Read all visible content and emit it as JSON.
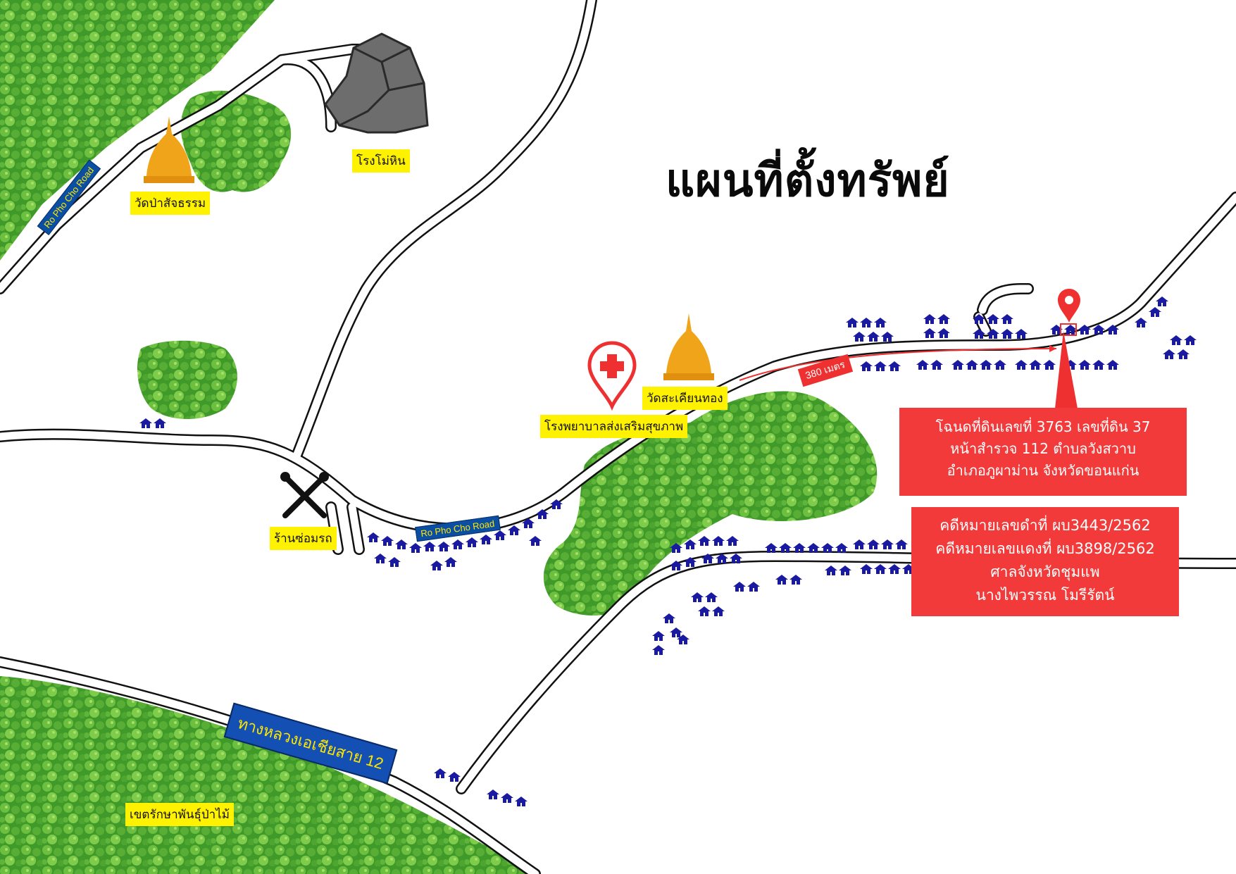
{
  "title": "แผนที่ตั้งทรัพย์",
  "labels": {
    "temple_top": "วัดป่าสัจธรรม",
    "stone_mill": "โรงโม่หิน",
    "temple_mid": "วัดสะเคียนทอง",
    "hospital": "โรงพยาบาลส่งเสริมสุขภาพ",
    "repair_shop": "ร้านซ่อมรถ",
    "forest_reserve": "เขตรักษาพันธุ์ป่าไม้"
  },
  "roads": {
    "road_a": "Ro Pho Cho Road",
    "road_b": "Ro Pho Cho Road",
    "highway": "ทางหลวงเอเชียสาย 12"
  },
  "distance": "380 เมตร",
  "property_box": {
    "line1": "โฉนดที่ดินเลขที่ 3763 เลขที่ดิน 37",
    "line2": "หน้าสำรวจ 112 ตำบลวังสวาบ",
    "line3": "อำเภอภูผาม่าน จังหวัดขอนแก่น"
  },
  "case_box": {
    "line1": "คดีหมายเลขดำที่  ผบ3443/2562",
    "line2": "คดีหมายเลขแดงที่ ผบ3898/2562",
    "line3": "ศาลจังหวัดชุมแพ",
    "line4": "นางไพวรรณ โมรีรัตน์"
  },
  "colors": {
    "forest": "#3f9a2a",
    "forest_light": "#7cc84a",
    "house": "#1a1aa0",
    "marker": "#ef3030",
    "label_bg": "#fff200",
    "road_label_bg": "#0b4fa3"
  },
  "icons": [
    "stupa-icon",
    "rock-icon",
    "hospital-pin-icon",
    "tools-icon",
    "location-pin-icon",
    "house-icon"
  ]
}
